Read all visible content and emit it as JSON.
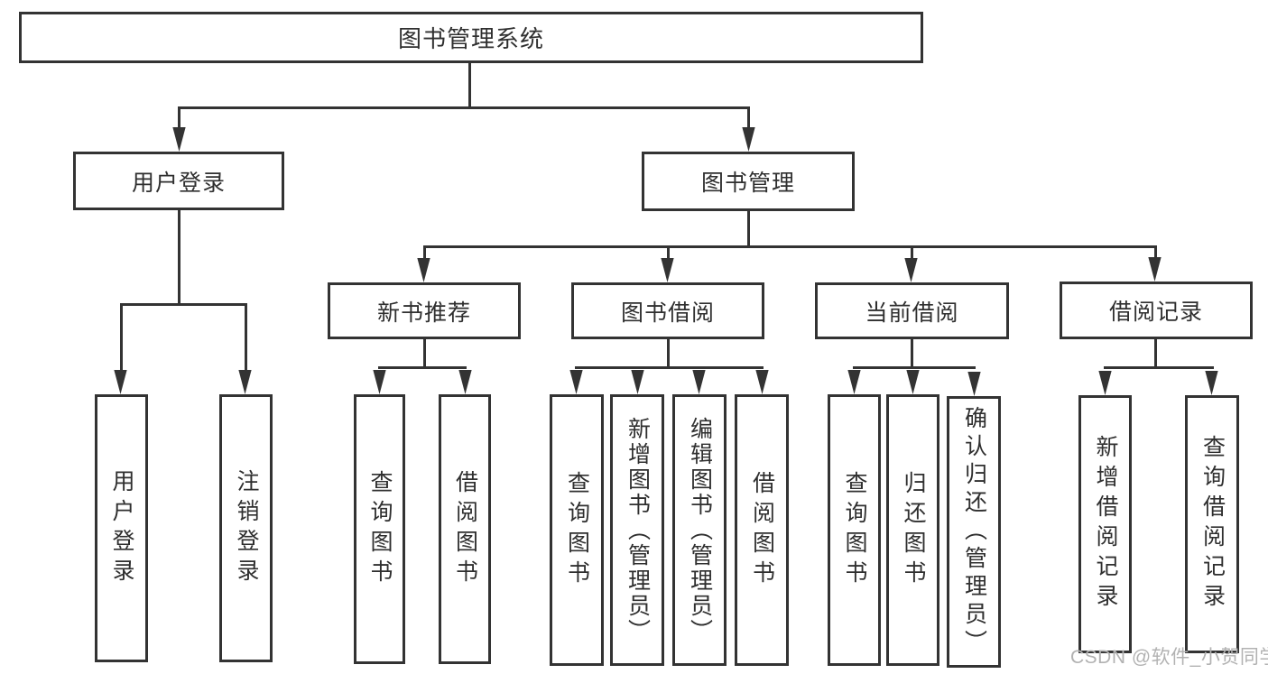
{
  "tree": {
    "label": "图书管理系统",
    "children": [
      {
        "label": "用户登录",
        "children": [
          {
            "label": "用户登录"
          },
          {
            "label": "注销登录"
          }
        ]
      },
      {
        "label": "图书管理",
        "children": [
          {
            "label": "新书推荐",
            "children": [
              {
                "label": "查询图书"
              },
              {
                "label": "借阅图书"
              }
            ]
          },
          {
            "label": "图书借阅",
            "children": [
              {
                "label": "查询图书"
              },
              {
                "label": "新增图书（管理员）"
              },
              {
                "label": "编辑图书（管理员）"
              },
              {
                "label": "借阅图书"
              }
            ]
          },
          {
            "label": "当前借阅",
            "children": [
              {
                "label": "查询图书"
              },
              {
                "label": "归还图书"
              },
              {
                "label": "确认归还（管理员）"
              }
            ]
          },
          {
            "label": "借阅记录",
            "children": [
              {
                "label": "新增借阅记录"
              },
              {
                "label": "查询借阅记录"
              }
            ]
          }
        ]
      }
    ]
  },
  "watermark": {
    "text": "CSDN @软件_小贺同学"
  },
  "colors": {
    "line": "#333333",
    "text": "#2f2f2f",
    "background": "#ffffff",
    "watermark": "#b2b2b2"
  }
}
